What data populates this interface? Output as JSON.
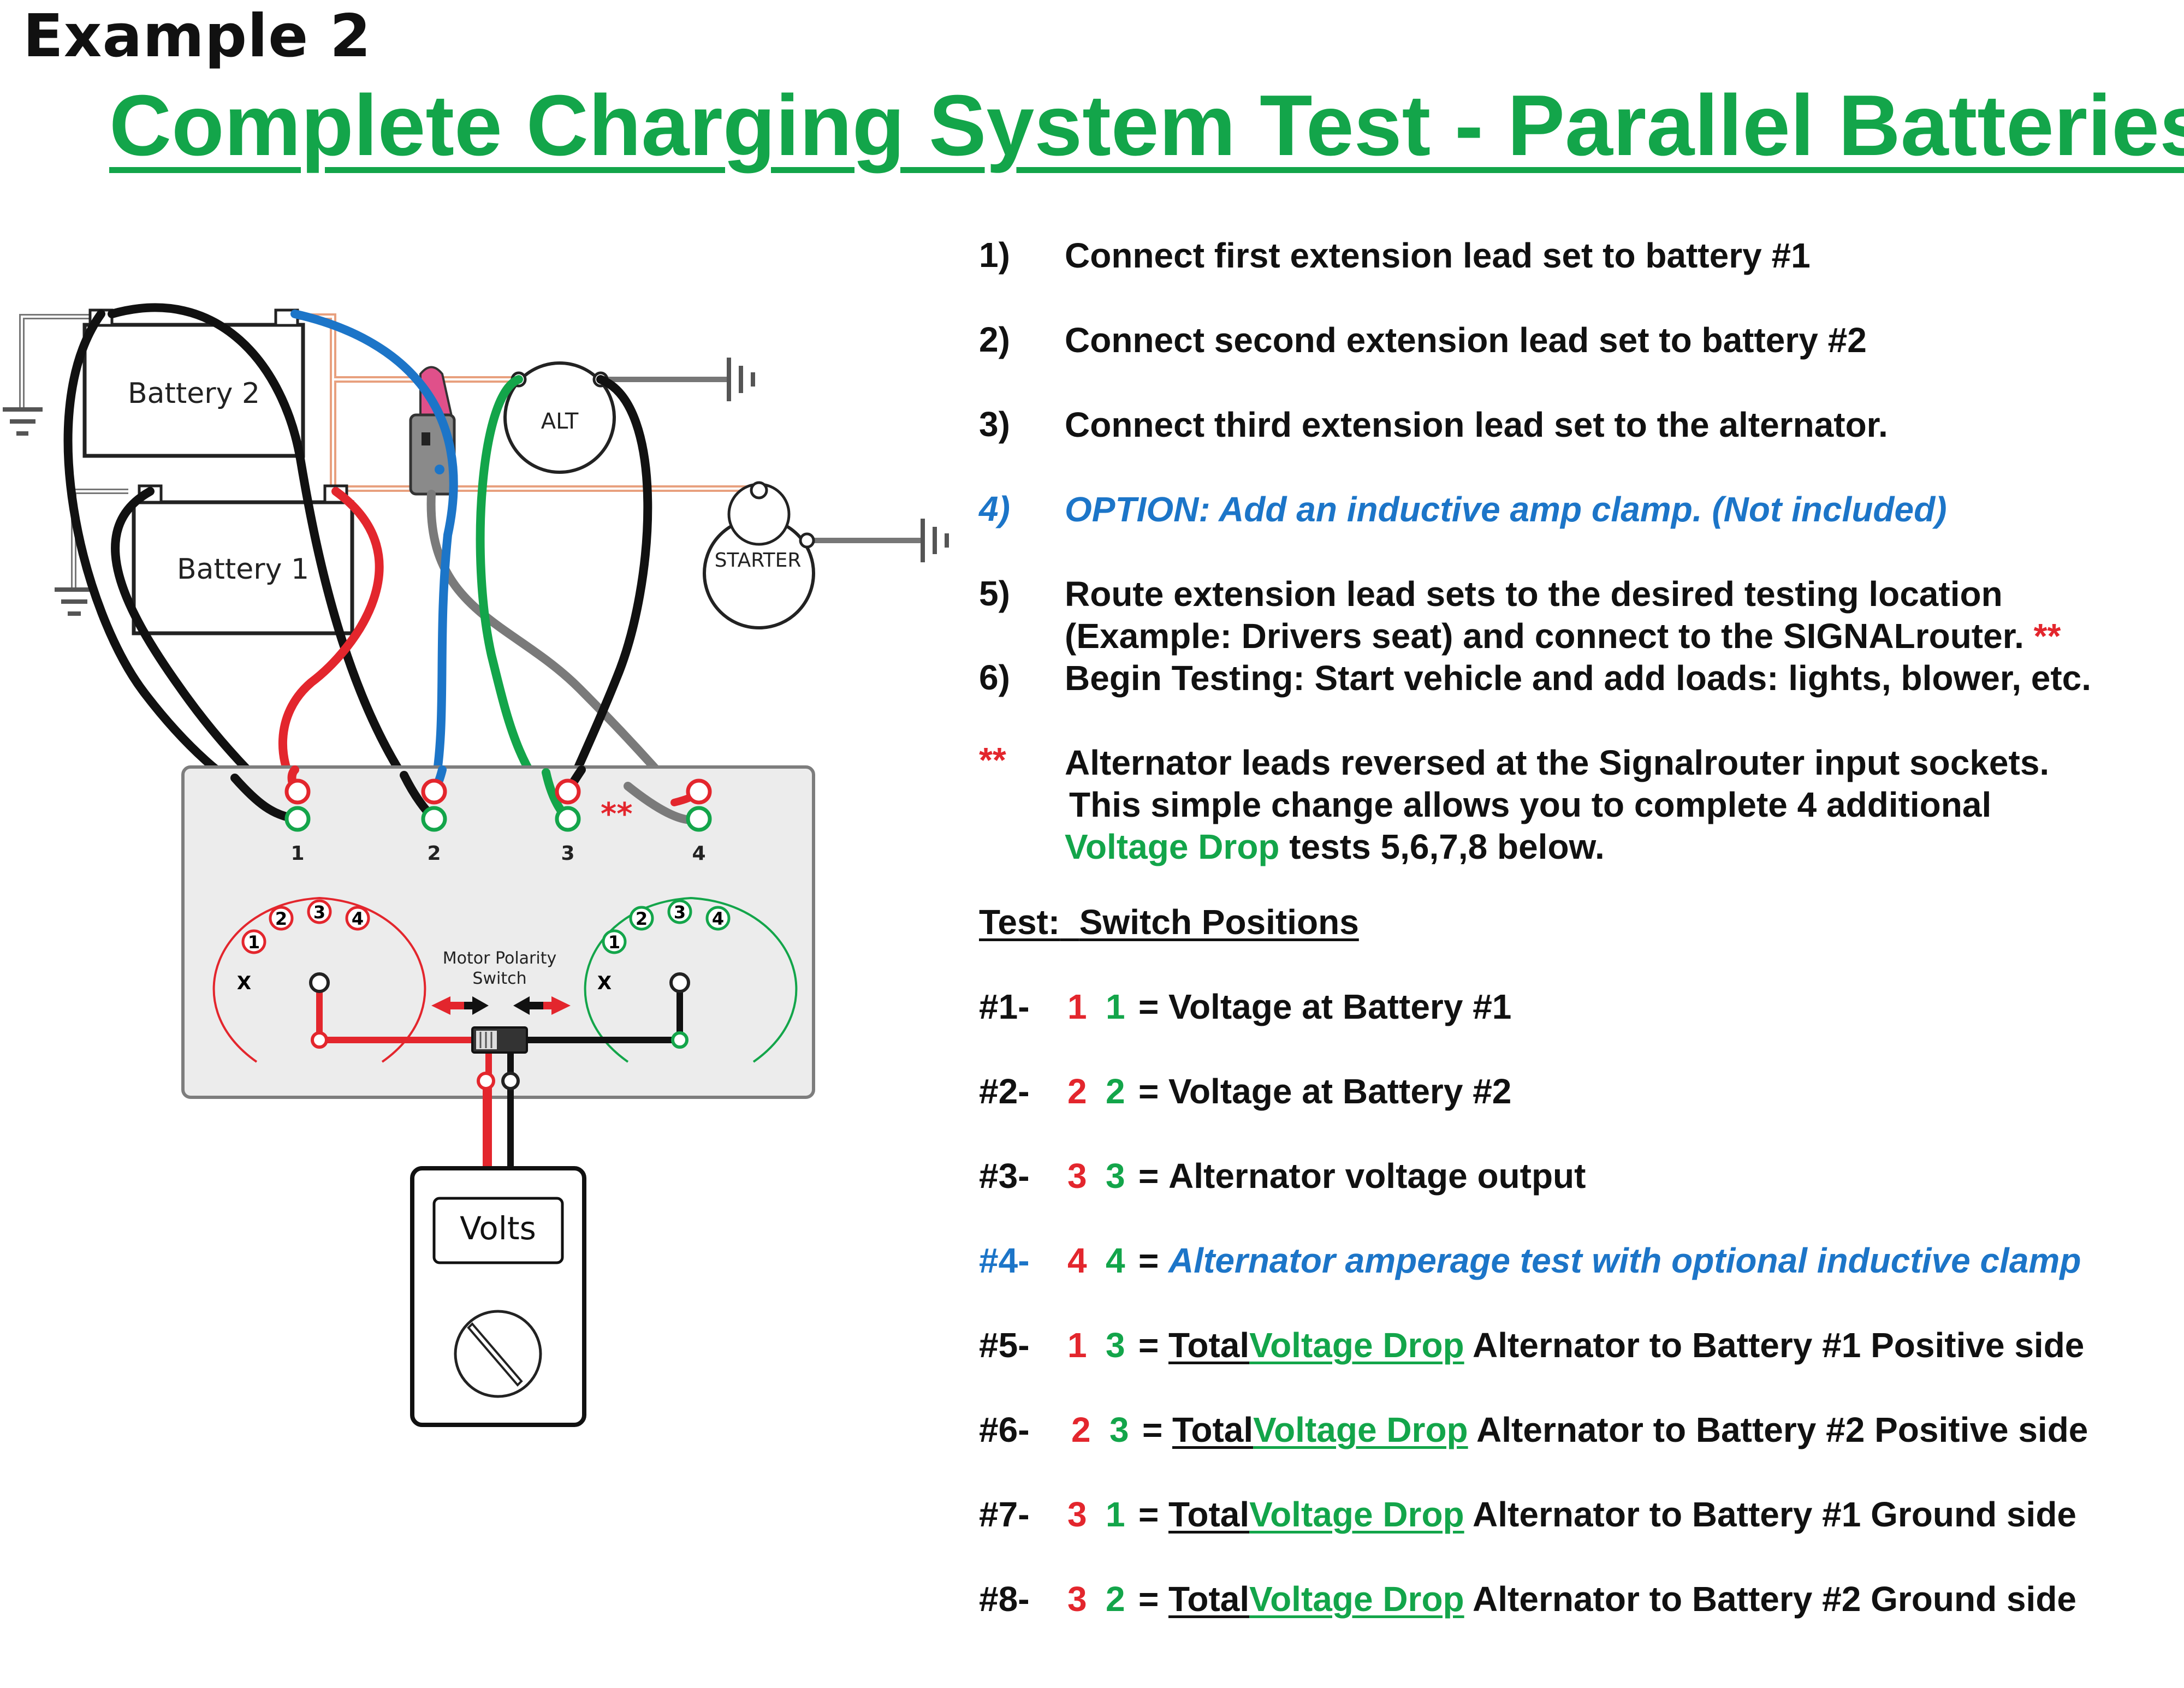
{
  "header": {
    "example_label": "Example 2",
    "title": "Complete Charging System Test - Parallel Batteries"
  },
  "diagram": {
    "battery2_label": "Battery 2",
    "battery1_label": "Battery 1",
    "alternator_label": "ALT",
    "starter_label": "STARTER",
    "socket_labels": [
      "1",
      "2",
      "3",
      "4"
    ],
    "reversed_mark": "**",
    "dial_numbers": [
      "1",
      "2",
      "3",
      "4"
    ],
    "dial_x_label": "X",
    "polarity_switch_line1": "Motor Polarity",
    "polarity_switch_line2": "Switch",
    "meter_label": "Volts",
    "colors": {
      "positive": "#e3262d",
      "negative": "#13a54a",
      "lead_blue": "#1c75c8",
      "lead_black": "#111111",
      "lead_gray": "#7a7a7a",
      "cable_copper": "#e8a07e",
      "router_panel": "#ececec"
    }
  },
  "steps": [
    {
      "num": "1)",
      "text": "Connect first extension lead set to battery #1"
    },
    {
      "num": "2)",
      "text": "Connect second extension lead set to battery #2"
    },
    {
      "num": "3)",
      "text": "Connect third extension lead set to the alternator."
    },
    {
      "num": "4)",
      "text": "OPTION: Add an inductive amp clamp. (Not included)"
    },
    {
      "num": "5)",
      "text_line1": "Route extension lead sets to the desired testing location",
      "text_line2": "(Example: Drivers seat) and  connect to the SIGNALrouter.",
      "mark": "**"
    },
    {
      "num": "6)",
      "text": "Begin Testing: Start vehicle and add loads: lights, blower, etc."
    }
  ],
  "note": {
    "mark": "**",
    "line1": "Alternator  leads reversed at the Signalrouter input sockets.",
    "line2": "This simple change allows you to complete 4 additional",
    "line3_green": "Voltage Drop",
    "line3_rest": " tests 5,6,7,8 below."
  },
  "tests_heading": {
    "test": "Test:",
    "switch": "Switch Positions"
  },
  "tests": [
    {
      "id": "#1-",
      "a": "1",
      "b": "1",
      "eq": "=",
      "desc": "Voltage at Battery #1"
    },
    {
      "id": "#2-",
      "a": "2",
      "b": "2",
      "eq": "=",
      "desc": "Voltage at Battery #2"
    },
    {
      "id": "#3-",
      "a": "3",
      "b": "3",
      "eq": "=",
      "desc": " Alternator voltage output"
    },
    {
      "id": "#4-",
      "a": "4",
      "b": "4",
      "eq": "=",
      "desc": "Alternator amperage test with optional inductive clamp"
    },
    {
      "id": "#5-",
      "a": "1",
      "b": "3",
      "eq": "=",
      "total": "Total",
      "vd": "Voltage Drop",
      "rest": " Alternator  to Battery #1 Positive side"
    },
    {
      "id": "#6-",
      "a": "2",
      "b": "3",
      "eq": "=",
      "total": "Total",
      "vd": "Voltage Drop",
      "rest": " Alternator  to Battery #2 Positive side"
    },
    {
      "id": "#7-",
      "a": "3",
      "b": "1",
      "eq": "=",
      "total": "Total",
      "vd": "Voltage Drop",
      "rest": " Alternator  to Battery #1 Ground side"
    },
    {
      "id": "#8-",
      "a": "3",
      "b": "2",
      "eq": "=",
      "total": "Total",
      "vd": "Voltage Drop",
      "rest": " Alternator  to Battery #2 Ground side"
    }
  ]
}
